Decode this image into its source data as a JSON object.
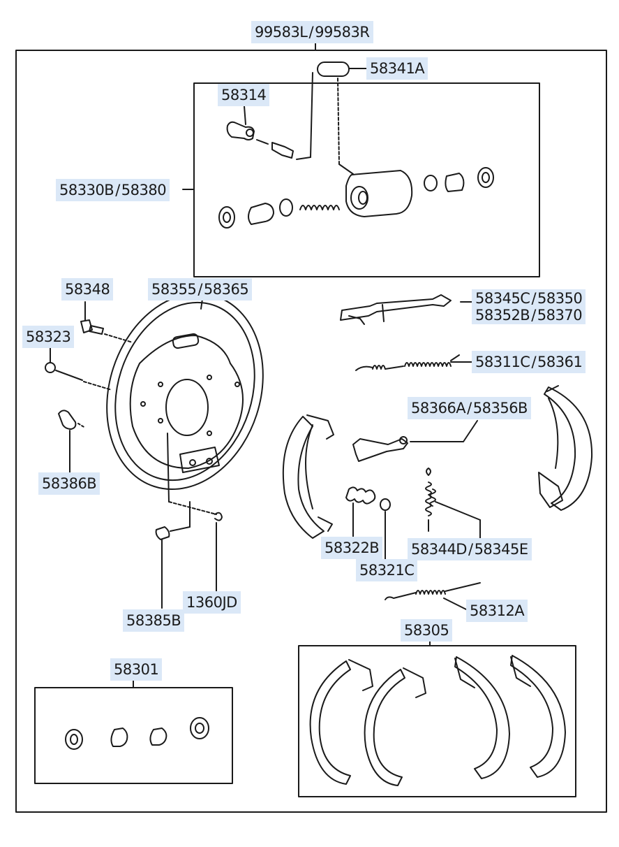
{
  "assembly_label": {
    "left": "99583L",
    "right": "99583R"
  },
  "labels": {
    "wheel_cylinder_cap": "58341A",
    "bleeder": "58314",
    "wheel_cylinder_kit": {
      "left": "58330B",
      "right": "58380"
    },
    "bolt": "58348",
    "backing_plate": {
      "left": "58355",
      "right": "58365"
    },
    "pin": "58323",
    "grommet": "58386B",
    "adjuster": {
      "line1_left": "58345C",
      "line1_right": "58350",
      "line2_left": "58352B",
      "line2_right": "58370"
    },
    "upper_spring": {
      "left": "58311C",
      "right": "58361"
    },
    "lever": {
      "left": "58366A",
      "right": "58356B"
    },
    "hold_spring": "58322B",
    "retainer_cup": "58321C",
    "return_spring": {
      "left": "58344D",
      "right": "58345E"
    },
    "lower_spring": "58312A",
    "plug": "58385B",
    "clip": "1360JD",
    "shoe_kit": "58305",
    "repair_kit": "58301"
  },
  "colors": {
    "line": "#1a1a1a",
    "highlight": "#dbe8f7"
  }
}
